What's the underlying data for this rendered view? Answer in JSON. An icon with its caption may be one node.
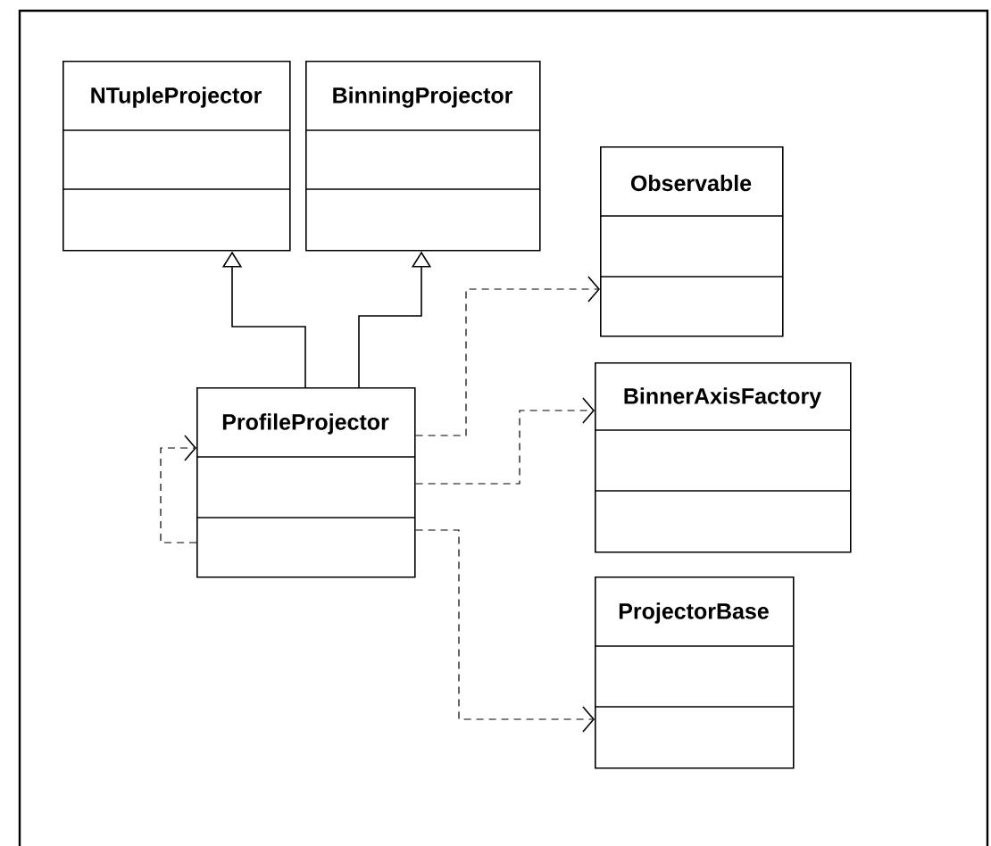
{
  "diagram": {
    "nodes": [
      {
        "text": [
          "NTupleProjector"
        ]
      },
      {
        "text": [
          "BinningProjector"
        ]
      },
      {
        "text": [
          "Observable"
        ]
      },
      {
        "text": [
          "BinnerAxisFactory"
        ]
      },
      {
        "text": [
          "ProfileProjector"
        ]
      },
      {
        "text": [
          "ProjectorBase"
        ]
      }
    ],
    "edges": [
      {
        "from": 4,
        "to": 0,
        "arrow": "to"
      },
      {
        "from": 4,
        "to": 1,
        "arrow": "to"
      },
      {
        "from": 4,
        "to": 2,
        "arrow": "to",
        "style": "dashed"
      },
      {
        "from": 4,
        "to": 3,
        "arrow": "to",
        "style": "dashed"
      },
      {
        "from": 4,
        "to": 5,
        "arrow": "to",
        "style": "dashed"
      },
      {
        "from": 4,
        "to": 4,
        "arrow": "to",
        "style": "dashed"
      }
    ]
  }
}
